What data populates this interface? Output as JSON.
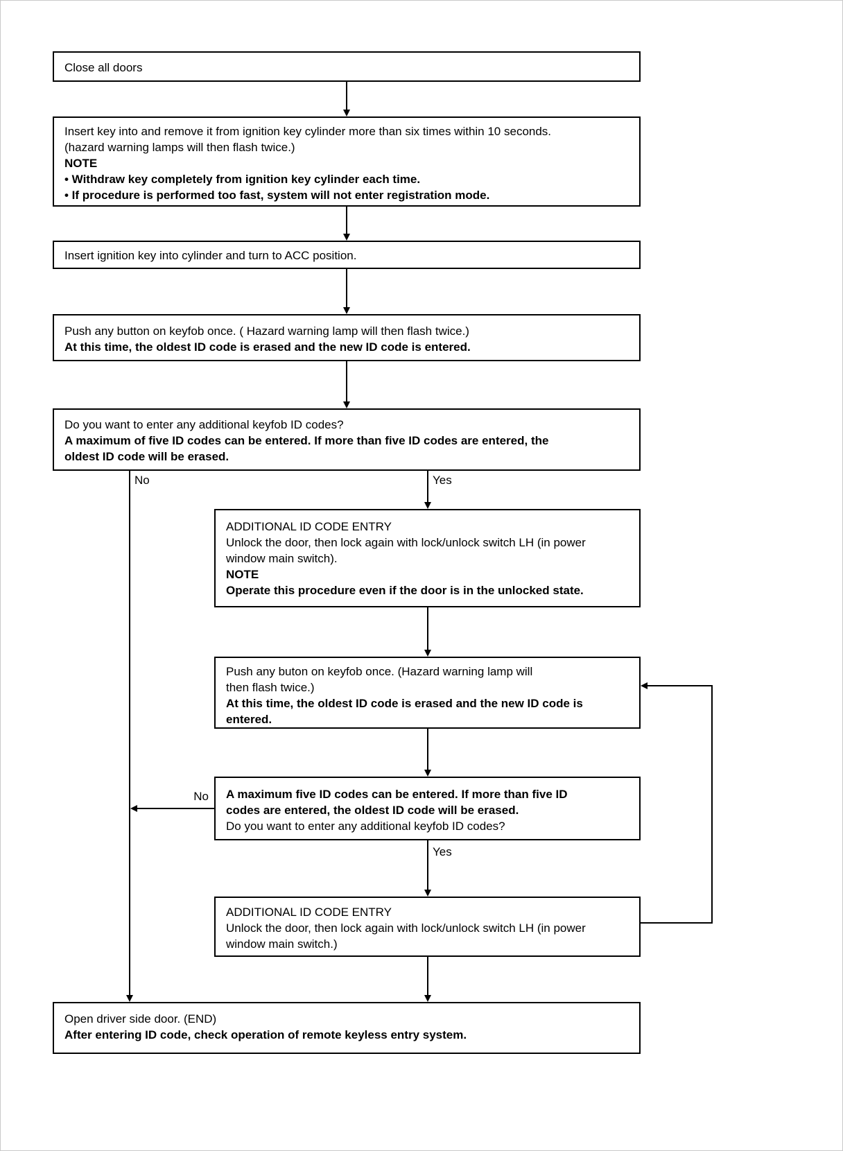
{
  "page": {
    "background": "#ffffff",
    "ink": "#000000",
    "title": "Remote keyless entry ID code registration flowchart"
  },
  "flowchart": {
    "steps": {
      "close_doors": {
        "lines": [
          "Close all doors"
        ]
      },
      "insert_remove_key": {
        "lines": [
          "Insert key into and remove it from ignition key cylinder more than six times within 10 seconds.",
          "(hazard warning lamps will then flash twice.)",
          "NOTE",
          "• Withdraw key completely from ignition key cylinder each time.",
          "• If procedure is performed too fast, system will not enter registration mode."
        ]
      },
      "turn_acc": {
        "lines": [
          "Insert ignition key into cylinder and turn to ACC position."
        ]
      },
      "push_keyfob": {
        "lines": [
          "Push any button on keyfob once. ( Hazard warning lamp will then flash twice.)",
          "At this time, the oldest ID code is erased and the new ID code is entered."
        ]
      },
      "decision_additional_1": {
        "lines": [
          "Do you want to enter any additional keyfob ID codes?",
          "A maximum of five ID codes can be entered. If more than five ID codes are entered, the",
          "oldest ID code will be erased."
        ]
      },
      "additional_entry_1": {
        "lines": [
          "ADDITIONAL ID CODE ENTRY",
          "Unlock the door, then lock again with lock/unlock switch LH (in power",
          "window main switch).",
          "NOTE",
          "Operate this procedure even if the door is in the unlocked state."
        ]
      },
      "push_keyfob_2": {
        "lines": [
          "Push any buton on keyfob once. (Hazard warning lamp will",
          "then flash twice.)",
          "At this time, the oldest ID code is erased and the new ID code is",
          "entered."
        ]
      },
      "decision_additional_2": {
        "lines": [
          "A maximum five ID codes can be entered. If more than five ID",
          "codes are entered, the oldest ID code will be erased.",
          "Do you want to enter any additional keyfob ID codes?"
        ]
      },
      "additional_entry_2": {
        "lines": [
          "ADDITIONAL ID CODE ENTRY",
          "Unlock the door, then lock again with lock/unlock switch LH (in power",
          "window main switch.)"
        ]
      },
      "open_door_end": {
        "lines": [
          "Open driver side door. (END)",
          "After entering ID code, check operation of remote keyless entry system."
        ]
      }
    },
    "branch_labels": {
      "decision1_no": "No",
      "decision1_yes": "Yes",
      "decision2_no": "No",
      "decision2_yes": "Yes"
    }
  }
}
